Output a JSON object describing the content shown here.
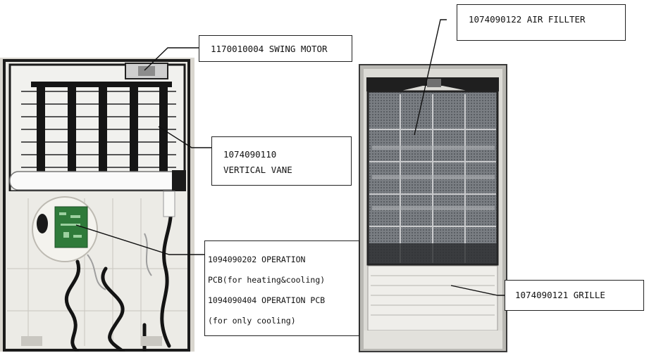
{
  "labels": {
    "swing_motor": {
      "lines": [
        "1170010004 SWING MOTOR"
      ]
    },
    "vertical_vane": {
      "lines": [
        "1074090110",
        "VERTICAL VANE"
      ]
    },
    "operation_pcb": {
      "lines": [
        "1094090202 OPERATION",
        "PCB(for heating&cooling)",
        "1094090404 OPERATION PCB",
        "(for only cooling)"
      ]
    },
    "air_filter": {
      "lines": [
        "1074090122  AIR FILLTER"
      ]
    },
    "grille": {
      "lines": [
        "1074090121  GRILLE"
      ]
    }
  },
  "images": {
    "left": "front panel opened: vertical vanes and operation PCB",
    "right": "rear side: air filter and grille"
  },
  "colors": {
    "panel": "#e8e8e4",
    "frame": "#1c1c1c",
    "vane": "#161616",
    "pcb": "#2f7a3a",
    "filter_mesh": "#6c7075",
    "grille": "#ececea"
  }
}
